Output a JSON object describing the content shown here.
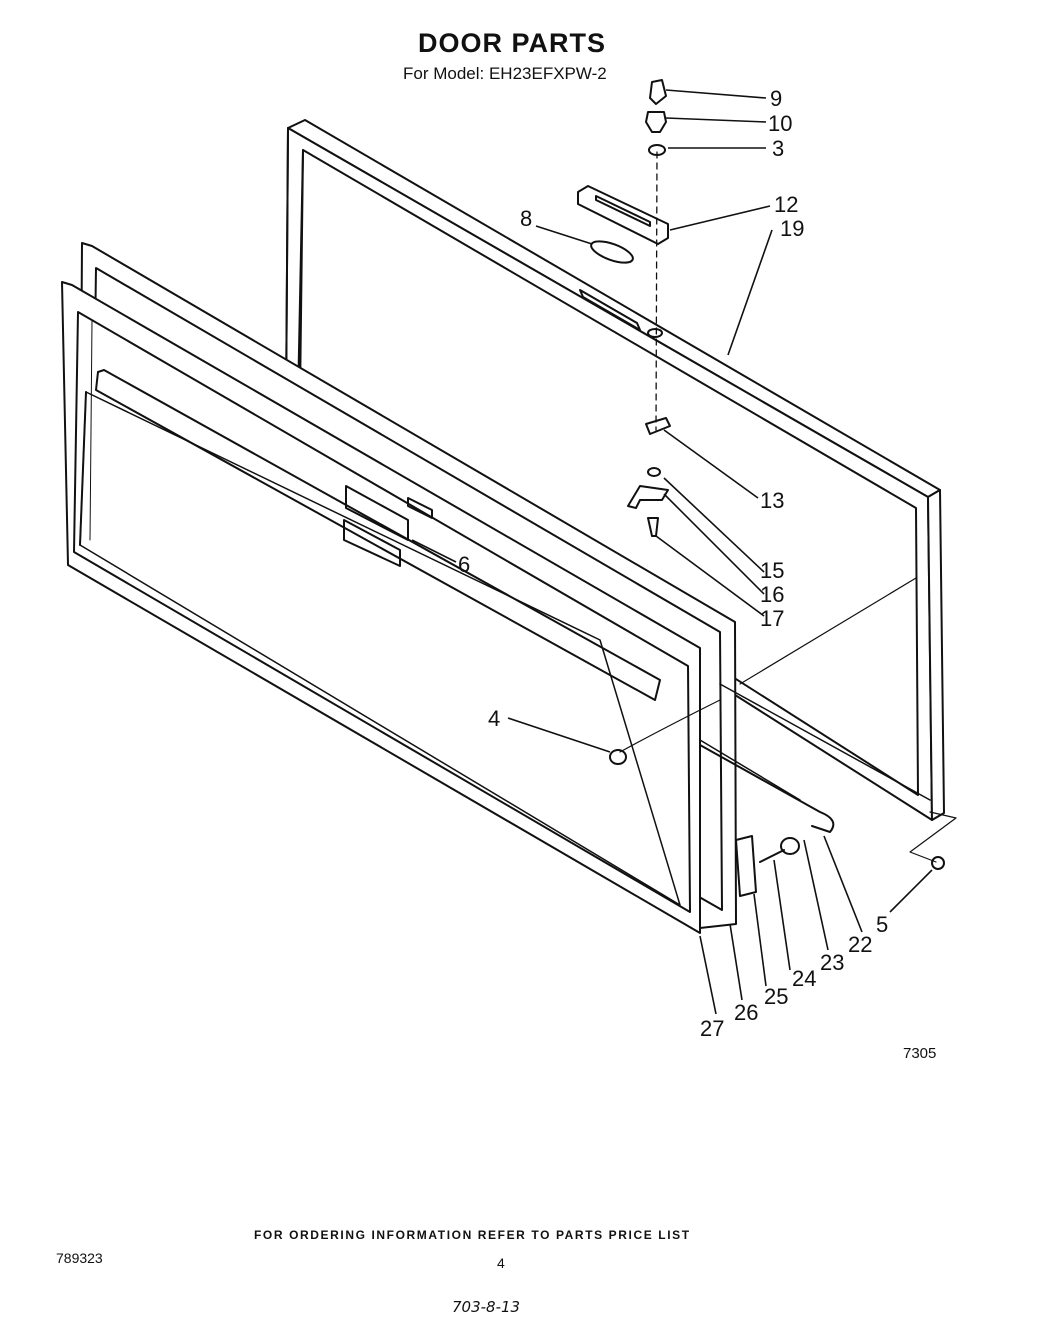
{
  "header": {
    "title": "DOOR PARTS",
    "model_line": "For Model: EH23EFXPW-2"
  },
  "callouts": [
    "9",
    "10",
    "3",
    "12",
    "19",
    "8",
    "13",
    "15",
    "16",
    "17",
    "6",
    "4",
    "5",
    "22",
    "23",
    "24",
    "25",
    "26",
    "27"
  ],
  "drawing_id": "7305",
  "footer": {
    "ordering_note": "FOR ORDERING INFORMATION REFER TO PARTS PRICE LIST",
    "doc_number": "789323",
    "page_number": "4",
    "handwritten_code": "703-8-13"
  }
}
